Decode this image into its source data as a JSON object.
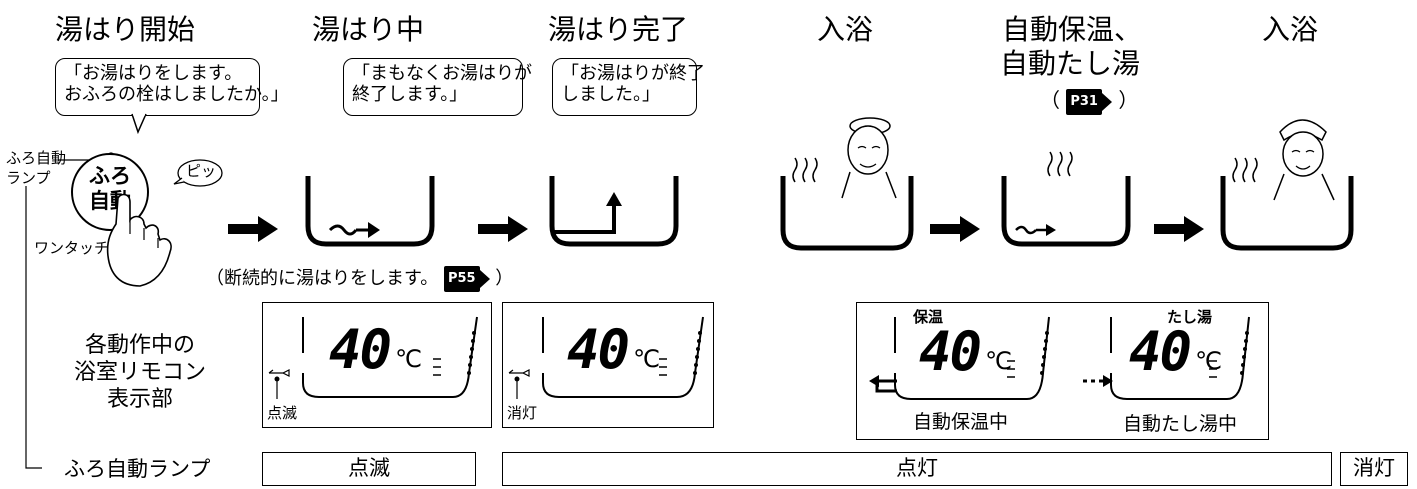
{
  "stages": [
    {
      "title": "湯はり開始"
    },
    {
      "title": "湯はり中"
    },
    {
      "title": "湯はり完了"
    },
    {
      "title": "入浴"
    },
    {
      "title_line1": "自動保温、",
      "title_line2": "自動たし湯",
      "ref_open": "（",
      "ref": "P31",
      "ref_close": "）"
    },
    {
      "title": "入浴"
    }
  ],
  "bubbles": {
    "start_line1": "「お湯はりをします。",
    "start_line2": "おふろの栓はしましたか。」",
    "during_line1": "「まもなくお湯はりが",
    "during_line2": "終了します。」",
    "done_line1": "「お湯はりが終了",
    "done_line2": "しました。」"
  },
  "button": {
    "lamp_label_line1": "ふろ自動",
    "lamp_label_line2": "ランプ",
    "button_line1": "ふろ",
    "button_line2": "自動",
    "beep": "ピッ",
    "one_touch": "ワンタッチ"
  },
  "note": {
    "text": "（断続的に湯はりをします。",
    "ref": "P55",
    "close": "）"
  },
  "remote": {
    "row_label_line1": "各動作中の",
    "row_label_line2": "浴室リモコン",
    "row_label_line3": "表示部",
    "temperature": "40",
    "unit": "℃",
    "panel1_status": "点滅",
    "panel2_status": "消灯",
    "keep_warm_label": "保温",
    "top_up_label": "たし湯",
    "keep_warm_status": "自動保温中",
    "top_up_status": "自動たし湯中"
  },
  "lamp_row": {
    "label": "ふろ自動ランプ",
    "state_blink": "点滅",
    "state_on": "点灯",
    "state_off": "消灯"
  }
}
